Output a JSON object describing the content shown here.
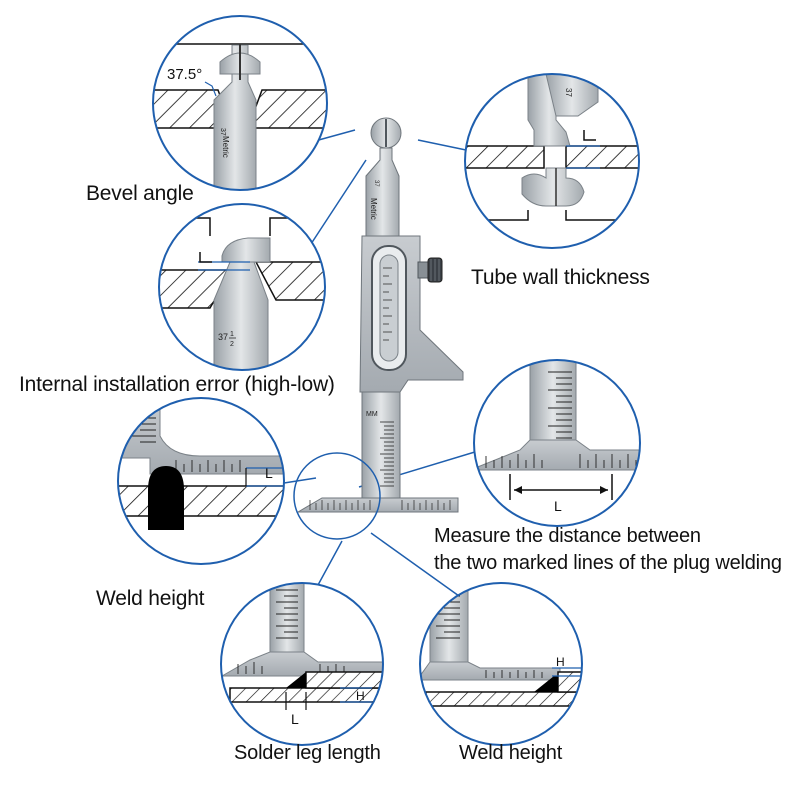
{
  "colors": {
    "outline": "#1f5fae",
    "steel": "#b9bec3",
    "steel_light": "#d9dde0",
    "steel_dark": "#7b8288",
    "ink": "#111111",
    "weld": "#000000",
    "background": "#ffffff"
  },
  "labels": {
    "bevel_angle": "Bevel angle",
    "tube_wall": "Tube wall thickness",
    "internal_error": "Internal installation error (high-low)",
    "measure_line1": "Measure the distance between",
    "measure_line2": "the two marked lines of the plug welding",
    "weld_height_left": "Weld height",
    "solder_leg": "Solder leg length",
    "weld_height_right": "Weld height"
  },
  "annotations": {
    "angle_value": "37.5°",
    "dim_L": "L",
    "dim_H": "H",
    "gauge_metric": "Metric",
    "gauge_mm": "MM",
    "scale_37": "37",
    "frac_num": "1",
    "frac_den": "2"
  }
}
